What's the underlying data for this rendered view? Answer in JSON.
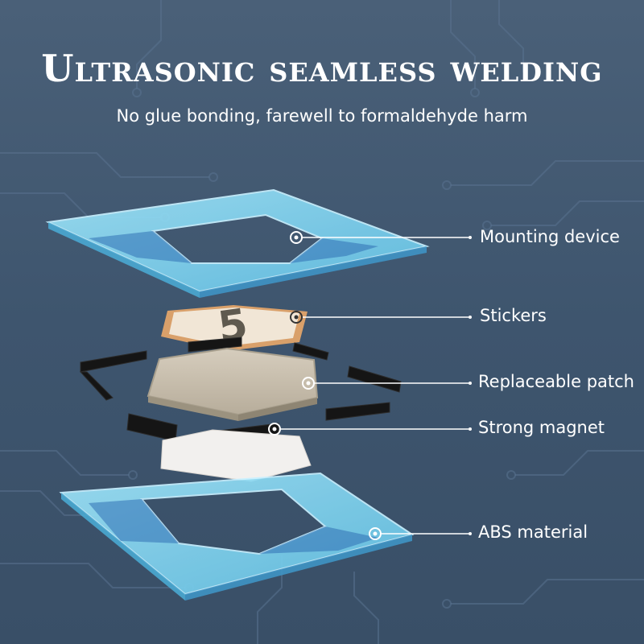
{
  "header": {
    "title": "Ultrasonic seamless welding",
    "subtitle": "No glue bonding, farewell to formaldehyde harm"
  },
  "sticker": {
    "number": "5"
  },
  "callouts": [
    {
      "label": "Mounting device"
    },
    {
      "label": "Stickers"
    },
    {
      "label": "Replaceable patch"
    },
    {
      "label": "Strong magnet"
    },
    {
      "label": "ABS material"
    }
  ],
  "colors": {
    "background": "#3f566f",
    "frame": "#7fd2ef",
    "frame_inner": "#2f6fb5",
    "sticker_border": "#d9a06a",
    "patch": "#c9bfae",
    "magnet": "#1a1a1a",
    "backing": "#f2f0ee",
    "text": "#ffffff"
  }
}
